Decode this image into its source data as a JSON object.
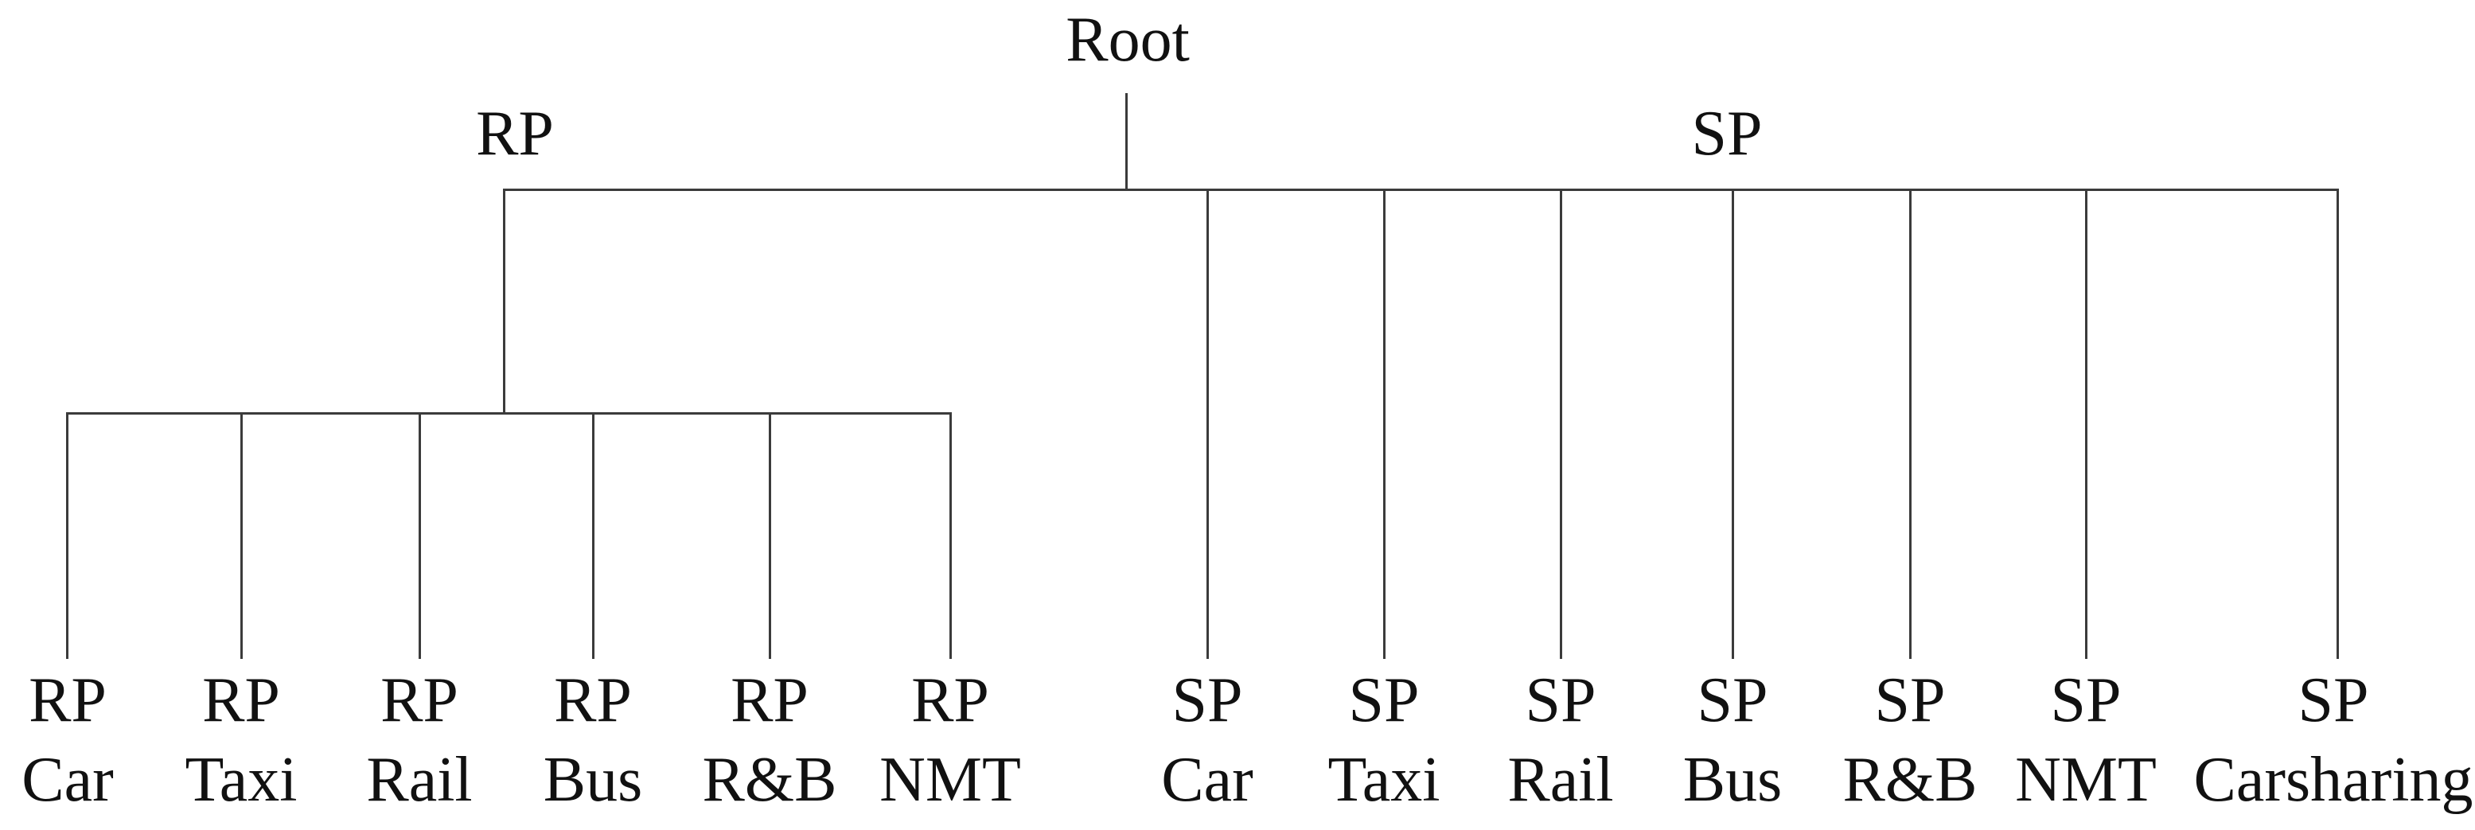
{
  "diagram": {
    "type": "tree",
    "root_label": "Root",
    "line_color": "#3b3b3b",
    "text_color": "#111111",
    "branches": [
      {
        "label": "RP",
        "children": [
          {
            "group": "RP",
            "mode": "Car"
          },
          {
            "group": "RP",
            "mode": "Taxi"
          },
          {
            "group": "RP",
            "mode": "Rail"
          },
          {
            "group": "RP",
            "mode": "Bus"
          },
          {
            "group": "RP",
            "mode": "R&B"
          },
          {
            "group": "RP",
            "mode": "NMT"
          }
        ]
      },
      {
        "label": "SP",
        "children": [
          {
            "group": "SP",
            "mode": "Car"
          },
          {
            "group": "SP",
            "mode": "Taxi"
          },
          {
            "group": "SP",
            "mode": "Rail"
          },
          {
            "group": "SP",
            "mode": "Bus"
          },
          {
            "group": "SP",
            "mode": "R&B"
          },
          {
            "group": "SP",
            "mode": "NMT"
          },
          {
            "group": "SP",
            "mode": "Carsharing"
          }
        ]
      }
    ]
  }
}
